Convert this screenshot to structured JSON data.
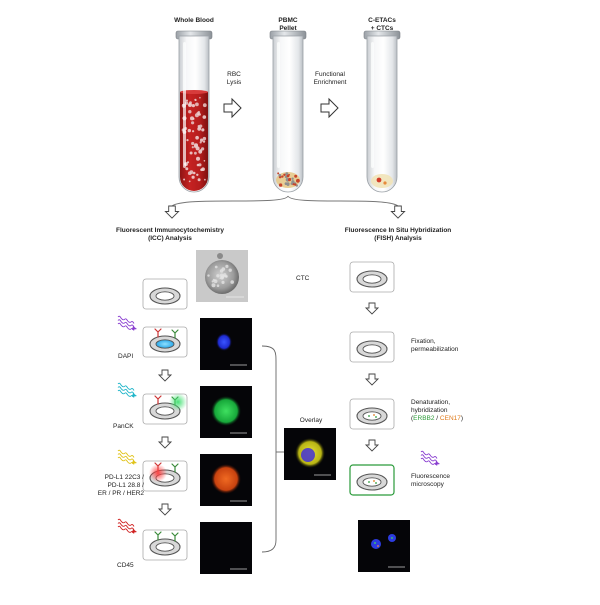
{
  "tubes": {
    "whole_blood": "Whole Blood",
    "pbmc_line1": "PBMC",
    "pbmc_line2": "Pellet",
    "cetacs_line1": "C-ETACs",
    "cetacs_line2": "+ CTCs"
  },
  "steps": {
    "rbc_line1": "RBC",
    "rbc_line2": "Lysis",
    "func_line1": "Functional",
    "func_line2": "Enrichment"
  },
  "icc": {
    "title_line1": "Fluorescent Immunocytochemistry",
    "title_line2": "(ICC) Analysis",
    "markers": {
      "dapi": "DAPI",
      "panck": "PanCK",
      "pdl1_line1": "PD-L1 22C3 /",
      "pdl1_line2": "PD-L1 28.8 /",
      "pdl1_line3": "ER / PR / HER2",
      "cd45": "CD45"
    }
  },
  "center": {
    "ctc": "CTC",
    "overlay": "Overlay"
  },
  "fish": {
    "title_line1": "Fluorescence In Situ Hybridization",
    "title_line2": "(FISH) Analysis",
    "fixation_line1": "Fixation,",
    "fixation_line2": "permeabilization",
    "denat_line1": "Denaturation,",
    "denat_line2": "hybridization",
    "probe_erbb2": "ERBB2",
    "probe_sep": " / ",
    "probe_cen17": "CEN17",
    "probe_open": "(",
    "probe_close": ")",
    "microscopy_line1": "Fluorescence",
    "microscopy_line2": "microscopy"
  },
  "colors": {
    "blood": "#b51d1d",
    "pellet": "#e6c98a",
    "cetac_red": "#d23c2a",
    "dapi_blue": "#2b3cff",
    "panck_green": "#22c84a",
    "pdl1_orange": "#e04a14",
    "overlay_yellow": "#d8d420",
    "arrow_purple": "#8a3fd0",
    "arrow_cyan": "#1fb5c9",
    "arrow_yellow": "#e0c31a",
    "arrow_red": "#d02222",
    "fish_frame_green": "#2a9a3a",
    "line_gray": "#888888"
  },
  "icons": {
    "tube": "test-tube-icon",
    "cell": "cell-icon",
    "antibody": "y-antibody-icon",
    "light": "light-wave-icon"
  }
}
